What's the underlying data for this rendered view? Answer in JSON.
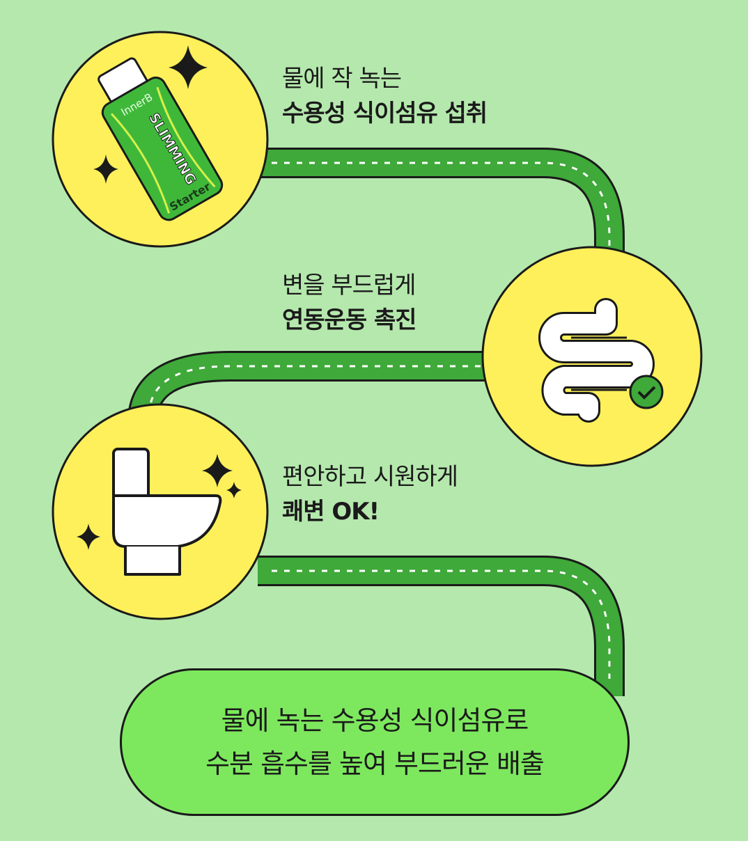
{
  "steps": [
    {
      "line1": "물에 작 녹는",
      "line2": "수용성 식이섬유 섭취",
      "icon": "product-bottle-icon"
    },
    {
      "line1": "변을 부드럽게",
      "line2": "연동운동 촉진",
      "icon": "intestine-check-icon"
    },
    {
      "line1": "편안하고 시원하게",
      "line2": "쾌변 OK!",
      "icon": "toilet-icon"
    }
  ],
  "product": {
    "brand": "InnerB",
    "name": "SLIMMING",
    "sub": "Starter"
  },
  "summary": {
    "line1": "물에 녹는 수용성 식이섬유로",
    "line2": "수분 흡수를 높여 부드러운 배출"
  },
  "colors": {
    "background": "#b5e8ad",
    "circle": "#fdf05a",
    "road": "#3fa93a",
    "pill": "#7de85e"
  }
}
